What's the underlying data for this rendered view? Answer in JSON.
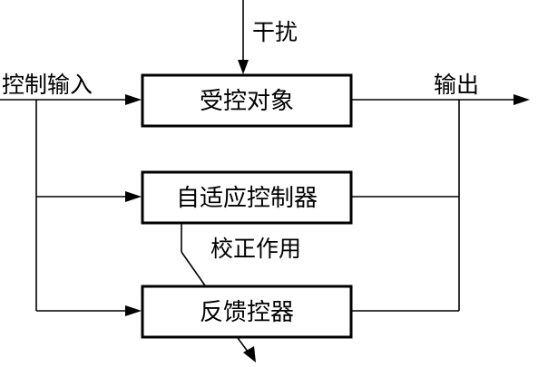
{
  "blocks": {
    "plant": "受控对象",
    "adaptive_controller": "自适应控制器",
    "feedback_controller": "反馈控器"
  },
  "labels": {
    "disturbance": "干扰",
    "control_input": "控制输入",
    "output": "输出",
    "correction": "校正作用"
  },
  "colors": {
    "line": "#000000",
    "background": "#ffffff"
  }
}
